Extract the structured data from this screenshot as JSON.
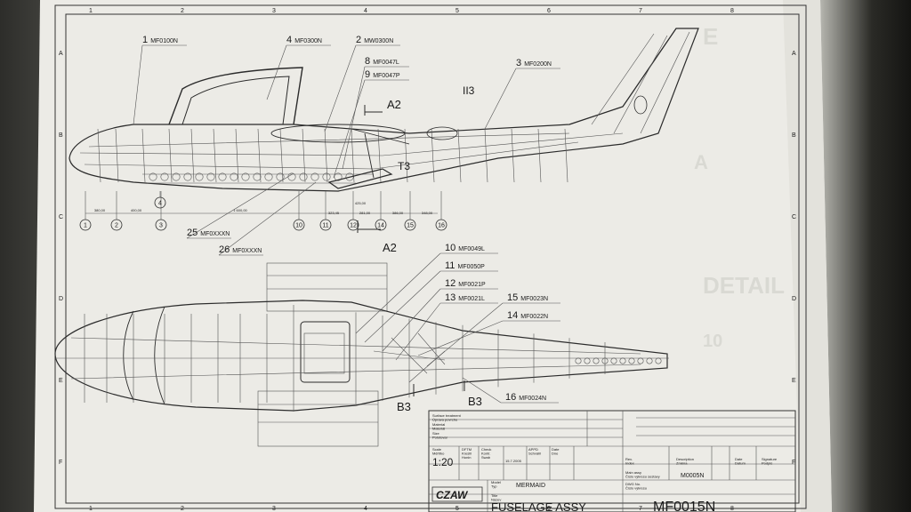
{
  "drawing": {
    "grid_cols": [
      "1",
      "2",
      "3",
      "4",
      "5",
      "6",
      "7",
      "8"
    ],
    "grid_rows": [
      "A",
      "B",
      "C",
      "D",
      "E",
      "F"
    ],
    "side_view": {
      "callouts": [
        {
          "num": "1",
          "code": "MF0100N"
        },
        {
          "num": "4",
          "code": "MF0300N"
        },
        {
          "num": "2",
          "code": "MW0300N"
        },
        {
          "num": "8",
          "code": "MF0047L"
        },
        {
          "num": "9",
          "code": "MF0047P"
        },
        {
          "num": "3",
          "code": "MF0200N"
        },
        {
          "num": "25",
          "code": "MF0XXXN"
        },
        {
          "num": "26",
          "code": "MF0XXXN"
        }
      ],
      "section_marks": [
        "A2",
        "A2",
        "II3",
        "T3"
      ],
      "station_circles": [
        "1",
        "2",
        "3",
        "4",
        "10",
        "11",
        "12",
        "14",
        "15",
        "16"
      ],
      "dimensions": [
        "380,00",
        "400,00",
        "1 600,00",
        "323,45",
        "281,00",
        "425,00",
        "386,00",
        "348,00"
      ]
    },
    "top_view": {
      "callouts": [
        {
          "num": "10",
          "code": "MF0049L"
        },
        {
          "num": "11",
          "code": "MF0050P"
        },
        {
          "num": "12",
          "code": "MF0021P"
        },
        {
          "num": "13",
          "code": "MF0021L"
        },
        {
          "num": "15",
          "code": "MF0023N"
        },
        {
          "num": "14",
          "code": "MF0022N"
        },
        {
          "num": "16",
          "code": "MF0024N"
        }
      ],
      "section_marks": [
        "B3",
        "B3"
      ]
    },
    "title_block": {
      "surface_treatment": "Surface treatment\nÚprava povrchu",
      "material": "Material\nMateriál",
      "size": "Size\nPolotovar",
      "scale_label": "Scale\nMěřítko",
      "scale": "1:20",
      "drawn": "DFTM\nKreslil\nHonin",
      "checked": "Check\nKontr.\nSwab",
      "date1": "15.7.2005",
      "approved": "APPD\nSchválil",
      "date_label": "Date\nDne",
      "logo": "CZAW",
      "model_label": "Model\nTyp",
      "model": "MERMAID",
      "name_label": "Title\nNázev",
      "name": "FUSELAGE ASSY",
      "assembly_label": "Main assy\nČíslo výkresu sestavy",
      "assembly": "M0005N",
      "dwg_label": "DWG No.\nČíslo výkresu",
      "dwg_no": "MF0015N",
      "rev_headers": [
        "Rev.\nIndex",
        "Description\nZměna",
        "Date\nDatum",
        "Signature\nPodpis"
      ]
    }
  }
}
